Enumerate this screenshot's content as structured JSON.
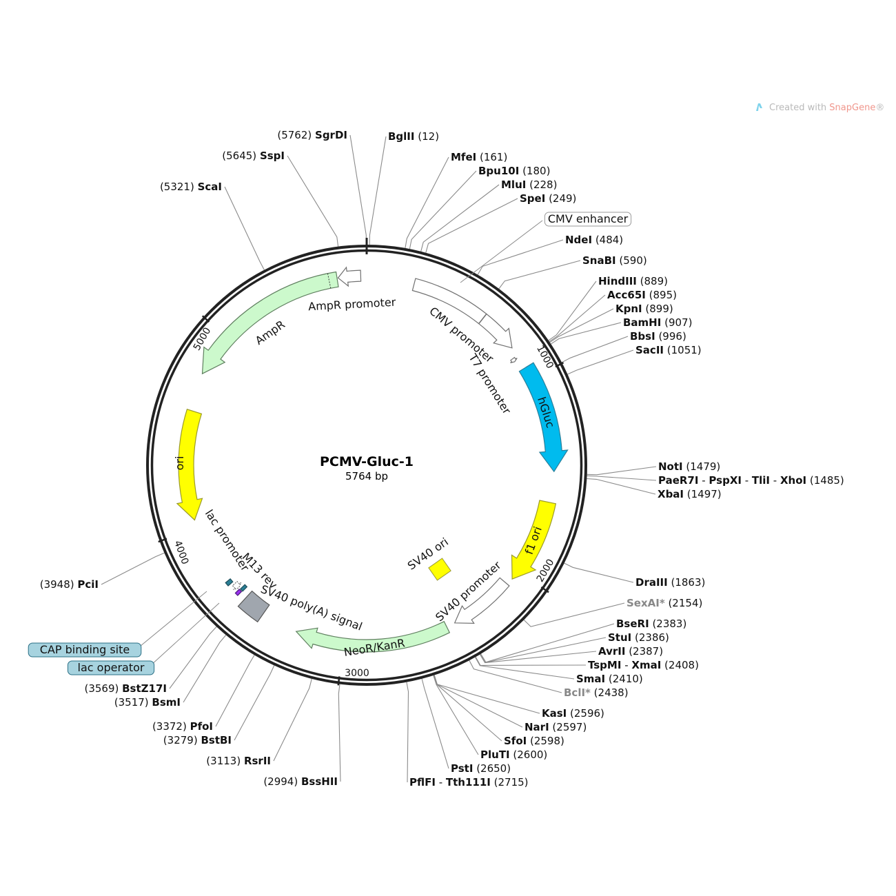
{
  "plasmid": {
    "name": "PCMV-Gluc-1",
    "length_label": "5764 bp",
    "length": 5764
  },
  "watermark": {
    "prefix": "Created with ",
    "brand": "SnapGene",
    "suffix": "®"
  },
  "ticks": [
    "1000",
    "2000",
    "3000",
    "4000",
    "5000"
  ],
  "features": [
    {
      "name": "AmpR promoter",
      "start": 5625,
      "end": 5735,
      "dir": "ccw",
      "color": "#ffffff"
    },
    {
      "name": "AmpR",
      "start": 4789,
      "end": 5620,
      "dir": "ccw",
      "color": "#ccf9cc"
    },
    {
      "name": "CMV enhancer",
      "start": 235,
      "end": 614,
      "dir": "none",
      "color": "#ffffff"
    },
    {
      "name": "CMV promoter",
      "start": 615,
      "end": 818,
      "dir": "cw",
      "color": "#ffffff"
    },
    {
      "name": "T7 promoter",
      "start": 863,
      "end": 881,
      "dir": "cw",
      "color": "#ffffff"
    },
    {
      "name": "hGluc",
      "start": 935,
      "end": 1472,
      "dir": "cw",
      "color": "#00bbee"
    },
    {
      "name": "f1 ori",
      "start": 1625,
      "end": 2050,
      "dir": "cw",
      "color": "#ffff00"
    },
    {
      "name": "SV40 promoter",
      "start": 2085,
      "end": 2415,
      "dir": "cw",
      "color": "#ffffff"
    },
    {
      "name": "NeoR/KanR",
      "start": 2460,
      "end": 3250,
      "dir": "cw",
      "color": "#ccf9cc"
    },
    {
      "name": "SV40 poly(A) signal",
      "start": 3440,
      "end": 3560,
      "dir": "none",
      "color": "#a0a6ae"
    },
    {
      "name": "M13 rev",
      "start": 3595,
      "end": 3612,
      "dir": "none",
      "color": "#2a7f95"
    },
    {
      "name": "lac operator",
      "start": 3598,
      "end": 3615,
      "dir": "none",
      "color": "#9933ee"
    },
    {
      "name": "lac promoter",
      "start": 3622,
      "end": 3652,
      "dir": "ccw",
      "color": "#ffffff"
    },
    {
      "name": "CAP binding site",
      "start": 3666,
      "end": 3686,
      "dir": "none",
      "color": "#2a7f95"
    },
    {
      "name": "ori",
      "start": 4040,
      "end": 4600,
      "dir": "ccw",
      "color": "#ffff00"
    },
    {
      "name": "SV40 ori",
      "start": 0,
      "end": 0,
      "dir": "none",
      "color": "#ffff00"
    }
  ],
  "sites": [
    {
      "name": "BglII",
      "pos": 12
    },
    {
      "name": "MfeI",
      "pos": 161
    },
    {
      "name": "Bpu10I",
      "pos": 180
    },
    {
      "name": "MluI",
      "pos": 228
    },
    {
      "name": "SpeI",
      "pos": 249
    },
    {
      "name": "NdeI",
      "pos": 484
    },
    {
      "name": "SnaBI",
      "pos": 590
    },
    {
      "name": "HindIII",
      "pos": 889
    },
    {
      "name": "Acc65I",
      "pos": 895
    },
    {
      "name": "KpnI",
      "pos": 899
    },
    {
      "name": "BamHI",
      "pos": 907
    },
    {
      "name": "BbsI",
      "pos": 996
    },
    {
      "name": "SacII",
      "pos": 1051
    },
    {
      "name": "NotI",
      "pos": 1479
    },
    {
      "name": "PaeR7I - PspXI - TliI - XhoI",
      "pos": 1485
    },
    {
      "name": "XbaI",
      "pos": 1497
    },
    {
      "name": "DraIII",
      "pos": 1863
    },
    {
      "name": "SexAI*",
      "pos": 2154
    },
    {
      "name": "BseRI",
      "pos": 2383
    },
    {
      "name": "StuI",
      "pos": 2386
    },
    {
      "name": "AvrII",
      "pos": 2387
    },
    {
      "name": "TspMI - XmaI",
      "pos": 2408
    },
    {
      "name": "SmaI",
      "pos": 2410
    },
    {
      "name": "BclI*",
      "pos": 2438
    },
    {
      "name": "KasI",
      "pos": 2596
    },
    {
      "name": "NarI",
      "pos": 2597
    },
    {
      "name": "SfoI",
      "pos": 2598
    },
    {
      "name": "PluTI",
      "pos": 2600
    },
    {
      "name": "PstI",
      "pos": 2650
    },
    {
      "name": "PflFI - Tth111I",
      "pos": 2715
    },
    {
      "name": "BssHII",
      "pos": 2994
    },
    {
      "name": "RsrII",
      "pos": 3113
    },
    {
      "name": "BstBI",
      "pos": 3279
    },
    {
      "name": "PfoI",
      "pos": 3372
    },
    {
      "name": "BsmI",
      "pos": 3517
    },
    {
      "name": "BstZ17I",
      "pos": 3569
    },
    {
      "name": "PciI",
      "pos": 3948
    },
    {
      "name": "ScaI",
      "pos": 5321
    },
    {
      "name": "SspI",
      "pos": 5645
    },
    {
      "name": "SgrDI",
      "pos": 5762
    }
  ]
}
